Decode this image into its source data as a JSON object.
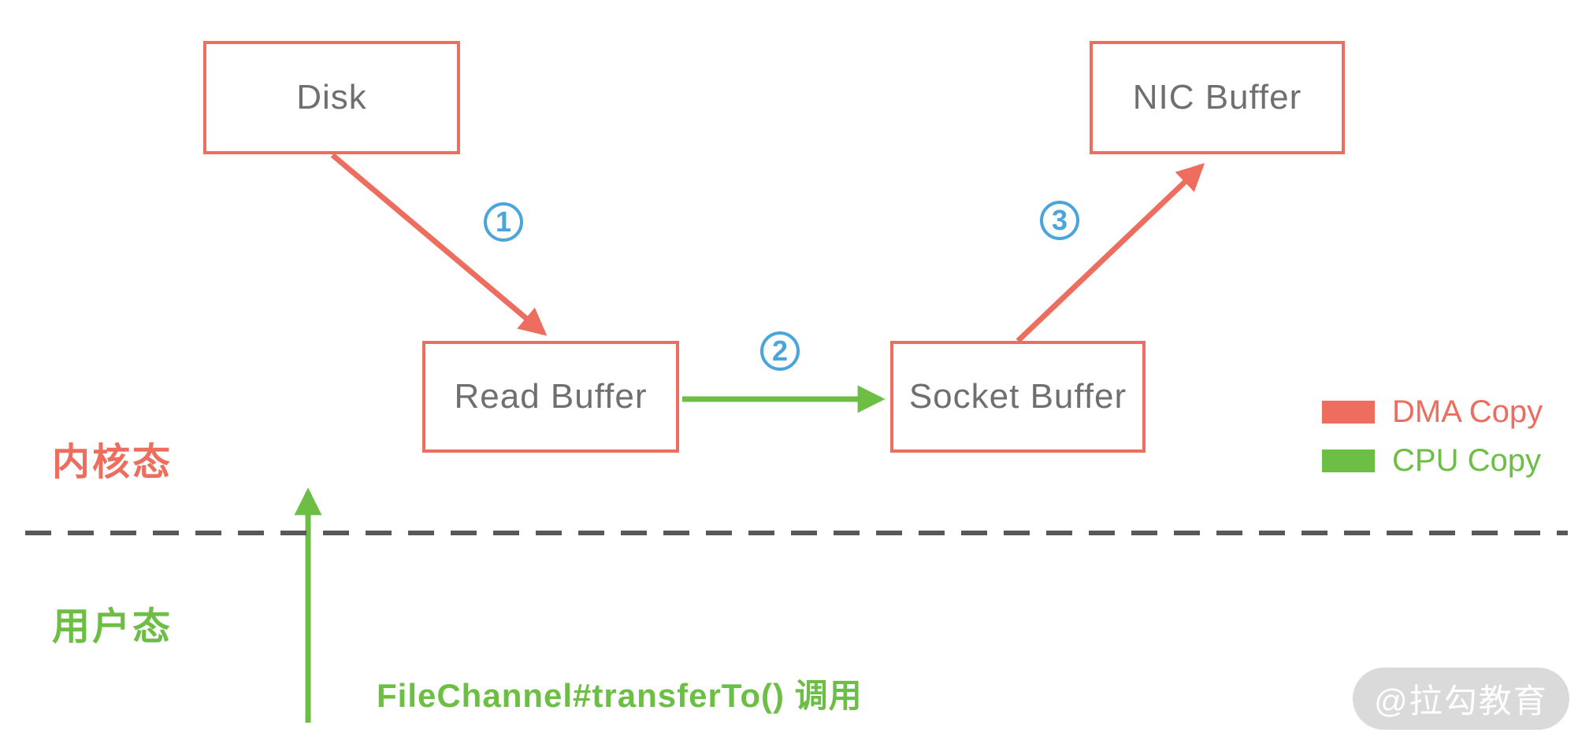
{
  "diagram": {
    "boxes": {
      "disk": {
        "label": "Disk"
      },
      "read_buffer": {
        "label": "Read Buffer"
      },
      "socket_buffer": {
        "label": "Socket Buffer"
      },
      "nic_buffer": {
        "label": "NIC Buffer"
      }
    },
    "steps": [
      {
        "number": "1",
        "copy_type": "DMA Copy"
      },
      {
        "number": "2",
        "copy_type": "CPU Copy"
      },
      {
        "number": "3",
        "copy_type": "DMA Copy"
      }
    ],
    "legend": [
      {
        "label": "DMA Copy",
        "color": "#ED6D5E"
      },
      {
        "label": "CPU Copy",
        "color": "#6DBE45"
      }
    ],
    "zones": {
      "kernel_mode": "内核态",
      "user_mode": "用户态"
    },
    "caption": "FileChannel#transferTo() 调用",
    "watermark": "@拉勾教育",
    "colors": {
      "dma_red": "#ED6D5E",
      "cpu_green": "#6DBE45",
      "step_blue": "#4BA4DA",
      "box_text_gray": "#6F6F6F",
      "divider_gray": "#58585A"
    }
  }
}
